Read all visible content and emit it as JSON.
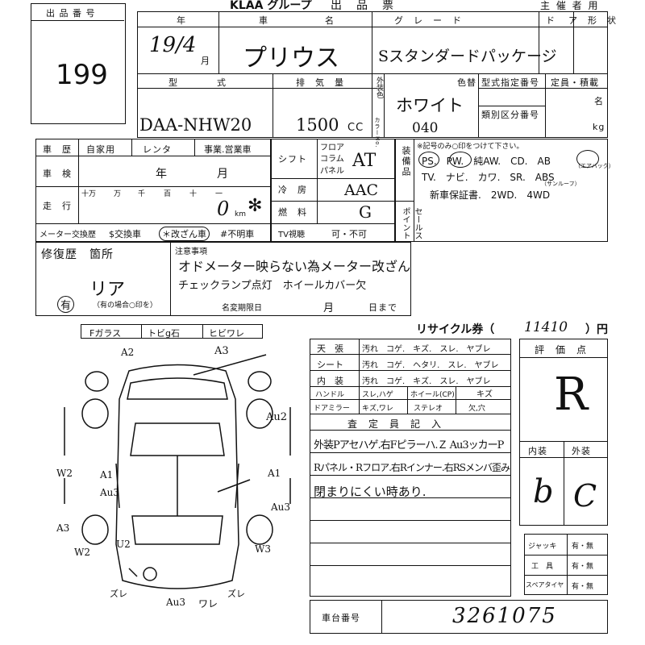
{
  "header": {
    "group": "KLAA グループ",
    "doc": "出　品　票",
    "organizer": "主 催 者 用"
  },
  "lot": {
    "label": "出 品 番 号",
    "value": "199"
  },
  "top_labels": {
    "year": "年",
    "car": "車",
    "name": "名",
    "grade": "グ　レ　ー　ド",
    "door": "ド",
    "shape": "ア　形　状"
  },
  "vehicle": {
    "year_month_hw": "19/4",
    "month_label": "月",
    "model_hw": "プリウス",
    "grade_hw": "Sスタンダードパッケージ",
    "type_label": "型　　　　式",
    "type_hw": "DAA-NHW20",
    "displacement_label": "排　気　量",
    "displacement_hw": "1500",
    "cc_label": "CC",
    "exterior_label": "外装色",
    "color_label": "色替",
    "color_hw": "ホワイト",
    "color_no_label": "カラーNo.",
    "color_no_hw": "040",
    "model_spec_label": "型式指定番号",
    "class_label": "類別区分番号",
    "capacity_label": "定員・積載",
    "capacity_unit_1": "名",
    "capacity_unit_2": "kg"
  },
  "history": {
    "label": "車　歴",
    "opt_private": "自家用",
    "opt_rental": "レンタ",
    "opt_business": "事業.営業車",
    "inspection_label": "車　検",
    "insp_year": "年",
    "insp_month": "月",
    "mileage_label": "走　行",
    "digits": [
      "十万",
      "万",
      "千",
      "百",
      "十",
      "一"
    ],
    "mileage_hw": "0",
    "km_label": "km",
    "meter_label": "メーター交換歴",
    "opt_dollar": "$交換車",
    "opt_modified": "＊改ざん車",
    "opt_unknown": "#不明車",
    "tv_label": "TV視聴",
    "tv_opts": "可・不可"
  },
  "drive": {
    "shift_label": "シフト",
    "floor_label": "フロア",
    "column_label": "コラム",
    "panel_label": "パネル",
    "shift_hw": "AT",
    "ac_label": "冷　房",
    "ac_hw": "AAC",
    "fuel_label": "燃　料",
    "fuel_hw": "G"
  },
  "equipment": {
    "side_label": "装備品",
    "note": "※記号のみ○印をつけて下さい。",
    "row1": "PS.　PW.　純AW.　CD.　AB",
    "sunroof_note": "（サンルーフ）",
    "airbag_note": "（エアバック）",
    "row2": "TV.　ナビ.　カワ.　SR.　ABS",
    "row3": "新車保証書.　2WD.　4WD"
  },
  "repair": {
    "label": "修復歴　箇所",
    "hw": "リア",
    "opt": "有",
    "note": "（有の場合○印を）",
    "notes_label": "注意事項",
    "note_hw_1": "オドメーター映らない為メーター改ざん",
    "note_hw_2": "チェックランプ点灯　ホイールカバー欠",
    "change_label": "名変期限日",
    "change_month": "月",
    "change_day": "日まで"
  },
  "sales_point": "セールスポイント",
  "glass": {
    "f_glass": "Fガラス",
    "crack": "トビg石",
    "hibi": "ヒビワレ"
  },
  "recycle": {
    "label": "リサイクル券（",
    "value_hw": "11410",
    "unit": "）円"
  },
  "condition_table": {
    "rows": [
      {
        "label": "天　張",
        "opts": "汚れ　コゲ.　キズ.　スレ.　ヤブレ"
      },
      {
        "label": "シート",
        "opts": "汚れ　コゲ.　ヘタリ.　スレ.　ヤブレ"
      },
      {
        "label": "内　装",
        "opts": "汚れ　コゲ.　キズ.　スレ.　ヤブレ"
      }
    ],
    "handle_label": "ハンドル",
    "handle_opts": "スレ,ハゲ",
    "wheel_label": "ホイール(CP)",
    "wheel_hw": "キズ",
    "mirror_label": "ドアミラー",
    "mirror_opts": "キズ,ワレ",
    "stereo_label": "ステレオ",
    "stereo_opts": "欠,穴"
  },
  "inspector": {
    "label": "査　定　員　記　入",
    "line1": "外装Pアセハゲ.右Fピラーハ.Ｚ Au3ッカーP",
    "line2": "Rパネル・Rフロア.右Rインナー.右RSメンバ歪み",
    "line3": "閉まりにくい時あり."
  },
  "rating": {
    "label": "評　価　点",
    "score_hw": "R",
    "interior_label": "内装",
    "exterior_label": "外装",
    "interior_hw": "b",
    "exterior_hw": "C"
  },
  "accessories": [
    {
      "label": "ジャッキ",
      "opts": "有・無"
    },
    {
      "label": "工　具",
      "opts": "有・無"
    },
    {
      "label": "スペアタイヤ",
      "opts": "有・無"
    }
  ],
  "chassis": {
    "label": "車台番号",
    "hw": "3261075"
  },
  "diagram_marks": {
    "a2_top": "A2",
    "a3_top": "A3",
    "au2": "Au2",
    "a1_mid": "A1",
    "au3_r": "Au3",
    "w2_l": "W2",
    "a1_l": "A1",
    "au3_l": "Au3",
    "a3_l": "A3",
    "w2_bl": "W2",
    "u2": "U2",
    "w3": "W3",
    "zure_l": "ズレ",
    "zure_r": "ズレ",
    "au3_b": "Au3",
    "wa": "ワレ"
  }
}
